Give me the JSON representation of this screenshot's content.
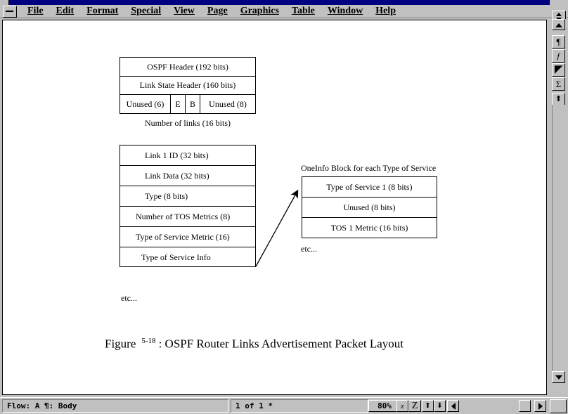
{
  "app": {
    "menubar": {
      "system_menu_icon": "system-menu-box",
      "items": [
        {
          "label": "File",
          "accel": "F"
        },
        {
          "label": "Edit",
          "accel": "E"
        },
        {
          "label": "Format",
          "accel": "o"
        },
        {
          "label": "Special",
          "accel": "S"
        },
        {
          "label": "View",
          "accel": "V"
        },
        {
          "label": "Page",
          "accel": "P"
        },
        {
          "label": "Graphics",
          "accel": "G"
        },
        {
          "label": "Table",
          "accel": "T"
        },
        {
          "label": "Window",
          "accel": "W"
        },
        {
          "label": "Help",
          "accel": "H"
        }
      ]
    },
    "toolstrip": {
      "buttons": [
        {
          "name": "paragraph-format-icon",
          "glyph": "¶"
        },
        {
          "name": "character-format-icon",
          "glyph": "ƒ"
        },
        {
          "name": "graphics-tool-icon",
          "glyph": "◥"
        },
        {
          "name": "equation-icon",
          "glyph": "Σ"
        },
        {
          "name": "scroll-up-icon",
          "glyph": "⬆"
        }
      ]
    },
    "statusbar": {
      "flow_text": "Flow: A   ¶: Body",
      "page_text": "1 of 1 *",
      "zoom_value": "80%",
      "zoom_out_label": "z",
      "zoom_in_label": "Z",
      "prev_page_label": "⬆",
      "next_page_label": "⬇",
      "back_label": "⬅"
    }
  },
  "document": {
    "tables": [
      {
        "name": "ospf-header-table",
        "rows": [
          {
            "type": "full",
            "label": "OSPF Header (192 bits)"
          },
          {
            "type": "full",
            "label": "Link State Header (160 bits)"
          },
          {
            "type": "split",
            "cells": [
              {
                "label": "Unused (6)"
              },
              {
                "label": "E"
              },
              {
                "label": "B"
              },
              {
                "label": "Unused (8)"
              }
            ]
          },
          {
            "type": "full",
            "label": "Number of links (16 bits)"
          }
        ]
      },
      {
        "name": "link-entry-table",
        "rows": [
          {
            "type": "full",
            "label": "Link 1 ID (32 bits)"
          },
          {
            "type": "full",
            "label": "Link Data (32 bits)"
          },
          {
            "type": "full",
            "label": "Type (8 bits)"
          },
          {
            "type": "full",
            "label": "Number of TOS Metrics (8)"
          },
          {
            "type": "full",
            "label": "Type of Service Metric (16)"
          },
          {
            "type": "full",
            "label": "Type of Service Info"
          }
        ]
      },
      {
        "name": "tos-info-block-table",
        "rows": [
          {
            "type": "full",
            "label": "Type of Service 1 (8 bits)"
          },
          {
            "type": "full",
            "label": "Unused (8 bits)"
          },
          {
            "type": "full",
            "label": "TOS 1 Metric (16 bits)"
          }
        ]
      }
    ],
    "labels": {
      "info_block_caption": "OneInfo Block for each Type of Service",
      "etc_left": "etc...",
      "etc_right": "etc..."
    },
    "figure_caption": {
      "word": "Figure",
      "number": "5-18",
      "text": ": OSPF Router Links Advertisement Packet Layout"
    }
  }
}
